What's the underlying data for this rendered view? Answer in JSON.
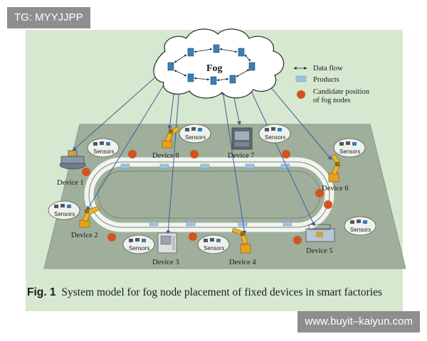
{
  "watermark_top_left": "TG: MYYJJPP",
  "watermark_bottom_right": "www.buyit–kaiyun.com",
  "cloud_label": "Fog",
  "legend": {
    "data_flow": "Data flow",
    "products": "Products",
    "candidate_line1": "Candidate position",
    "candidate_line2": "of  fog nodes"
  },
  "sensors_label": "Sensors",
  "devices": [
    "Device 1",
    "Device 2",
    "Device 3",
    "Device 4",
    "Device 5",
    "Device 6",
    "Device 7",
    "Device 8"
  ],
  "caption": {
    "fig": "Fig. 1",
    "text": "System model for fog node placement of fixed devices in smart factories"
  },
  "colors": {
    "candidate": "#d3541e",
    "product": "#9ec3e0",
    "arrow": "#3f5f9a",
    "floor": "#9faf9c",
    "panel": "#d6e8cf"
  }
}
